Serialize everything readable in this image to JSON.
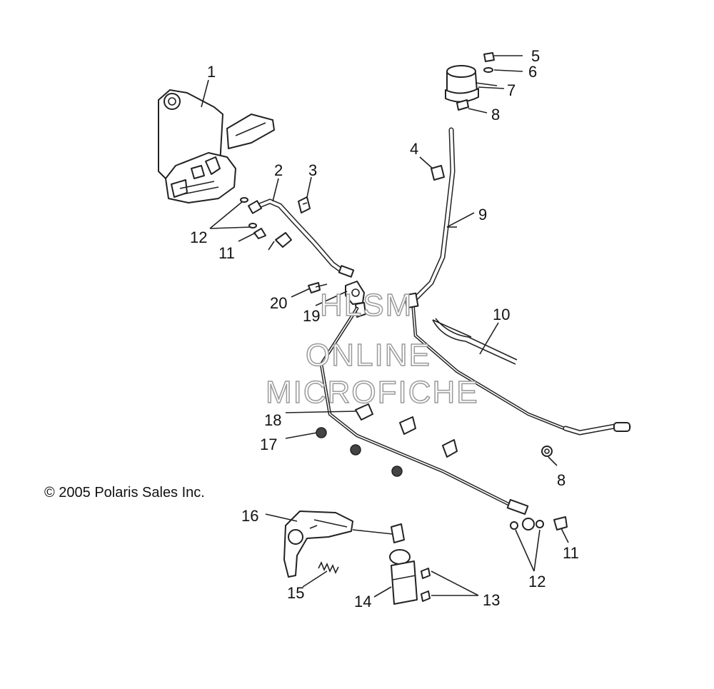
{
  "diagram": {
    "copyright": "© 2005 Polaris Sales Inc.",
    "watermark": [
      "HLSM",
      "ONLINE",
      "MICROFICHE"
    ],
    "callouts": [
      {
        "id": "1",
        "text": "1"
      },
      {
        "id": "2",
        "text": "2"
      },
      {
        "id": "3",
        "text": "3"
      },
      {
        "id": "4",
        "text": "4"
      },
      {
        "id": "5",
        "text": "5"
      },
      {
        "id": "6",
        "text": "6"
      },
      {
        "id": "7",
        "text": "7"
      },
      {
        "id": "8a",
        "text": "8"
      },
      {
        "id": "9",
        "text": "9"
      },
      {
        "id": "10",
        "text": "10"
      },
      {
        "id": "11a",
        "text": "11"
      },
      {
        "id": "12a",
        "text": "12"
      },
      {
        "id": "19",
        "text": "19"
      },
      {
        "id": "20",
        "text": "20"
      },
      {
        "id": "18",
        "text": "18"
      },
      {
        "id": "17",
        "text": "17"
      },
      {
        "id": "8b",
        "text": "8"
      },
      {
        "id": "16",
        "text": "16"
      },
      {
        "id": "15",
        "text": "15"
      },
      {
        "id": "14",
        "text": "14"
      },
      {
        "id": "13",
        "text": "13"
      },
      {
        "id": "12b",
        "text": "12"
      },
      {
        "id": "11b",
        "text": "11"
      }
    ]
  }
}
